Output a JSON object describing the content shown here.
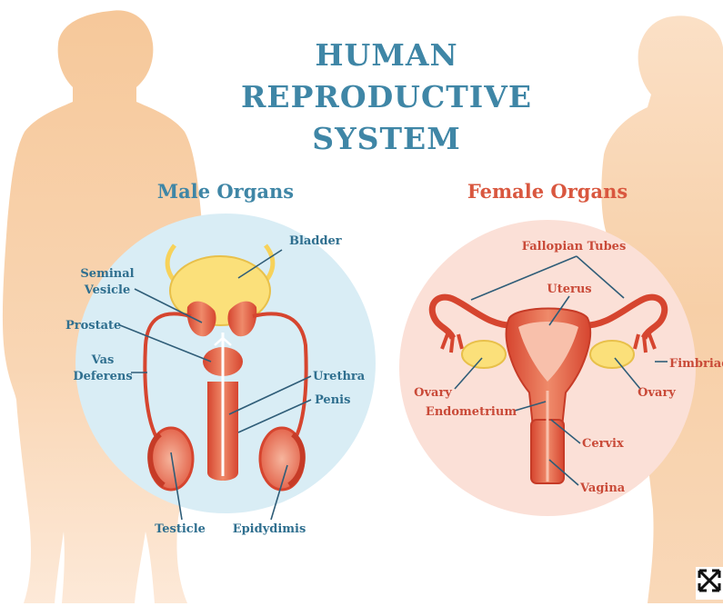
{
  "title": {
    "line1": "HUMAN",
    "line2": "REPRODUCTIVE",
    "line3": "SYSTEM"
  },
  "male": {
    "heading": "Male Organs",
    "labels": {
      "bladder": "Bladder",
      "seminal_1": "Seminal",
      "seminal_2": "Vesicle",
      "prostate": "Prostate",
      "vas_1": "Vas",
      "vas_2": "Deferens",
      "urethra": "Urethra",
      "penis": "Penis",
      "testicle": "Testicle",
      "epididymis": "Epidydimis"
    }
  },
  "female": {
    "heading": "Female Organs",
    "labels": {
      "fallopian": "Fallopian Tubes",
      "uterus": "Uterus",
      "fimbriae": "Fimbriae",
      "ovary_left": "Ovary",
      "ovary_right": "Ovary",
      "endometrium": "Endometrium",
      "cervix": "Cervix",
      "vagina": "Vagina"
    }
  },
  "colors": {
    "title": "#3f86a6",
    "male_heading": "#3f86a6",
    "female_heading": "#d9573f",
    "silhouette": "#f6c99b",
    "male_circle": "#d9edf5",
    "female_circle": "#fbe0d7",
    "organ": "#e0573e",
    "bladder": "#fbe07a"
  },
  "icons": {
    "expand": "expand-arrows-icon"
  }
}
